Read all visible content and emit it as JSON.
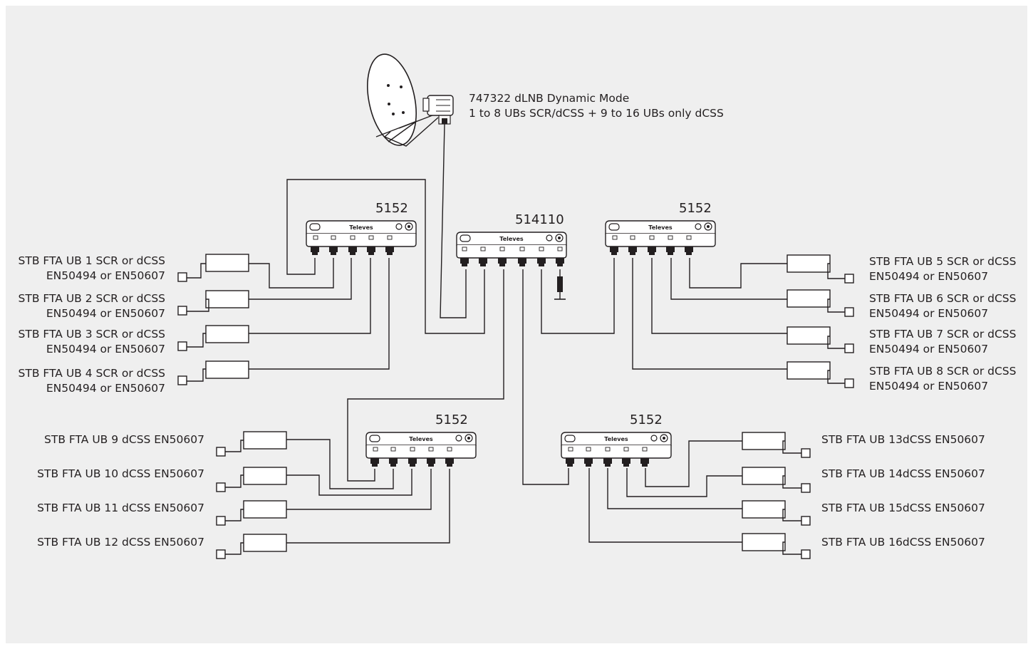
{
  "lnb": {
    "line1": "747322 dLNB Dynamic Mode",
    "line2": "1 to 8 UBs SCR/dCSS + 9 to 16 UBs only dCSS"
  },
  "brand": "Televes",
  "devices": {
    "main": "514110",
    "top_left": "5152",
    "top_right": "5152",
    "bottom_left": "5152",
    "bottom_right": "5152"
  },
  "stb_left": [
    {
      "line1": "STB FTA UB 1 SCR or dCSS",
      "line2": "EN50494 or EN50607"
    },
    {
      "line1": "STB FTA UB 2 SCR or dCSS",
      "line2": "EN50494 or EN50607"
    },
    {
      "line1": "STB FTA UB 3 SCR or dCSS",
      "line2": "EN50494 or EN50607"
    },
    {
      "line1": "STB FTA UB 4 SCR or dCSS",
      "line2": "EN50494 or EN50607"
    }
  ],
  "stb_right": [
    {
      "line1": "STB FTA UB 5 SCR or dCSS",
      "line2": "EN50494 or EN50607"
    },
    {
      "line1": "STB FTA UB 6 SCR or dCSS",
      "line2": "EN50494 or EN50607"
    },
    {
      "line1": "STB FTA UB 7 SCR or dCSS",
      "line2": "EN50494 or EN50607"
    },
    {
      "line1": "STB FTA UB 8 SCR or dCSS",
      "line2": "EN50494 or EN50607"
    }
  ],
  "stb_bottom_left": [
    "STB FTA UB 9 dCSS EN50607",
    "STB FTA UB 10 dCSS EN50607",
    "STB FTA UB 11 dCSS EN50607",
    "STB FTA UB 12 dCSS EN50607"
  ],
  "stb_bottom_right": [
    "STB FTA UB 13dCSS EN50607",
    "STB FTA UB 14dCSS EN50607",
    "STB FTA UB 15dCSS EN50607",
    "STB FTA UB 16dCSS EN50607"
  ]
}
